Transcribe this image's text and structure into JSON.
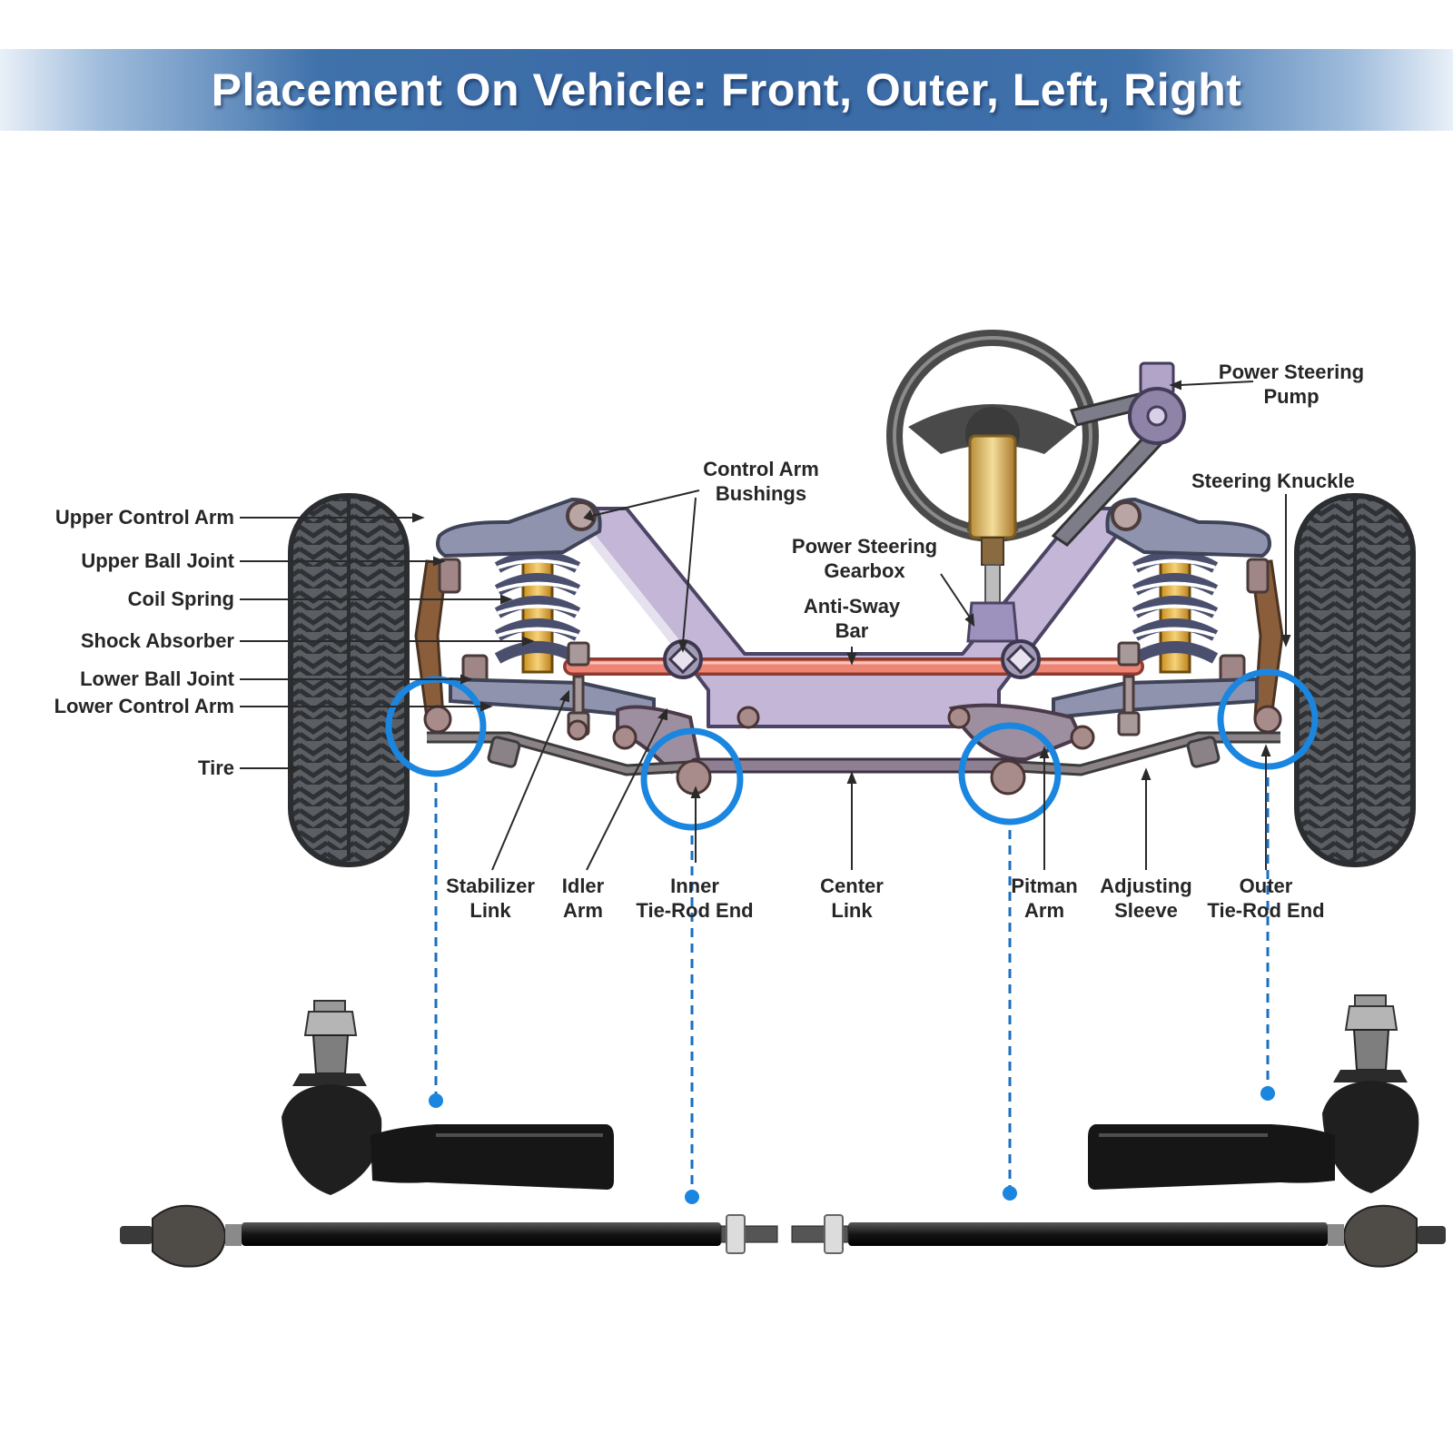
{
  "title": "Placement On Vehicle: Front, Outer, Left, Right",
  "colors": {
    "banner": "#3a6aa5",
    "highlight": "#1a86e0",
    "frame": "#c3b6d6",
    "sway_bar": "#ee8474",
    "text": "#262626"
  },
  "labels": {
    "upper_control_arm": "Upper Control Arm",
    "upper_ball_joint": "Upper Ball Joint",
    "coil_spring": "Coil Spring",
    "shock_absorber": "Shock Absorber",
    "lower_ball_joint": "Lower Ball Joint",
    "lower_control_arm": "Lower Control Arm",
    "tire": "Tire",
    "control_arm_bushings": [
      "Control Arm",
      "Bushings"
    ],
    "power_steering_gearbox": [
      "Power Steering",
      "Gearbox"
    ],
    "anti_sway_bar": [
      "Anti-Sway",
      "Bar"
    ],
    "power_steering_pump": [
      "Power Steering",
      "Pump"
    ],
    "steering_knuckle": "Steering Knuckle",
    "stabilizer_link": [
      "Stabilizer",
      "Link"
    ],
    "idler_arm": [
      "Idler",
      "Arm"
    ],
    "inner_tie_rod_end": [
      "Inner",
      "Tie-Rod End"
    ],
    "center_link": [
      "Center",
      "Link"
    ],
    "pitman_arm": [
      "Pitman",
      "Arm"
    ],
    "adjusting_sleeve": [
      "Adjusting",
      "Sleeve"
    ],
    "outer_tie_rod_end": [
      "Outer",
      "Tie-Rod End"
    ]
  }
}
